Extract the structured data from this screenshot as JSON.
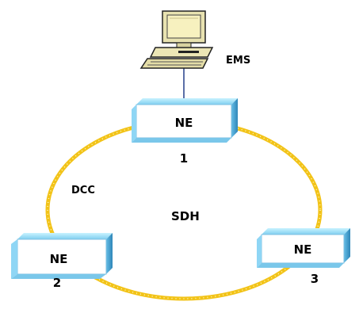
{
  "nodes": [
    {
      "box_label": "NE",
      "number": "1"
    },
    {
      "box_label": "NE",
      "number": "2"
    },
    {
      "box_label": "NE",
      "number": "3"
    }
  ],
  "manager": {
    "label": "EMS"
  },
  "ring": {
    "label": "SDH",
    "channel_label": "DCC"
  },
  "colors": {
    "ring": "#f2c318",
    "ring_dots": "#fff3b8",
    "box_front": "#ffffff",
    "box_top": "#9fe6fb",
    "box_side": "#4fa8d4",
    "monitor": "#f7f1bf",
    "link": "#5b6fa8"
  },
  "icons": [
    "computer-icon"
  ]
}
